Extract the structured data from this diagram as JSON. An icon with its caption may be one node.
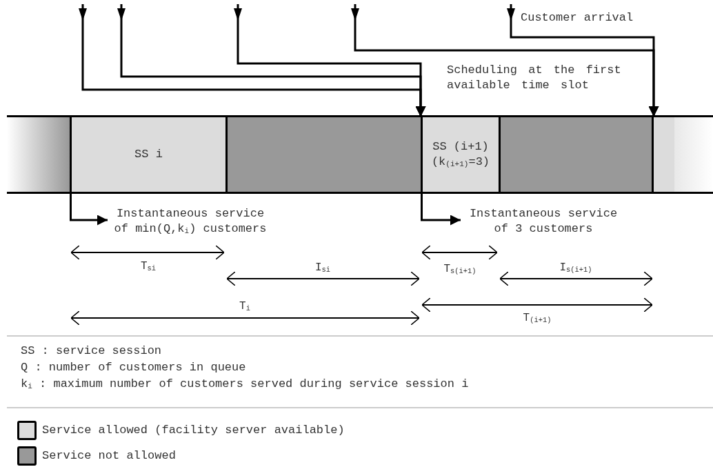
{
  "diagram": {
    "nodes": [
      {
        "text": [
          "SS i"
        ]
      },
      {
        "text": [],
        "shape": "box"
      },
      {
        "text": [
          "SS (i+1)",
          "(k$_{(i+1)}$=3)"
        ]
      },
      {
        "text": [],
        "shape": "box"
      },
      {
        "text": [],
        "shape": "box"
      },
      {
        "text": [
          "Instantaneous service of min(Q,k$_{i}$) customers"
        ]
      },
      {
        "text": [
          "Instantaneous service of 3 customers"
        ]
      }
    ],
    "edges": [
      {
        "from": null,
        "to": 2,
        "arrow": "to"
      },
      {
        "from": null,
        "to": 2,
        "arrow": "to"
      },
      {
        "from": null,
        "to": 2,
        "arrow": "to"
      },
      {
        "from": null,
        "to": 4,
        "arrow": "to"
      },
      {
        "from": null,
        "to": 4,
        "arrow": "to"
      },
      {
        "from": 0,
        "to": 5,
        "arrow": "to"
      },
      {
        "from": 2,
        "to": 6,
        "arrow": "to"
      }
    ],
    "labels": [
      "Customer arrival",
      "Scheduling at the first available time slot",
      "T$_{si}$",
      "I$_{si}$",
      "T$_{s(i+1)}$",
      "I$_{s(i+1)}$",
      "T$_{i}$",
      "T$_{(i+1)}$",
      "SS : service session",
      "Q : number of customers in queue",
      "k$_{i}$ : maximum number of customers served during service session i"
    ],
    "legend": [
      {
        "text": "Service allowed (facility server available)",
        "color": "#dcdcdc"
      },
      {
        "text": "Service not allowed",
        "color": "#999999"
      }
    ]
  }
}
